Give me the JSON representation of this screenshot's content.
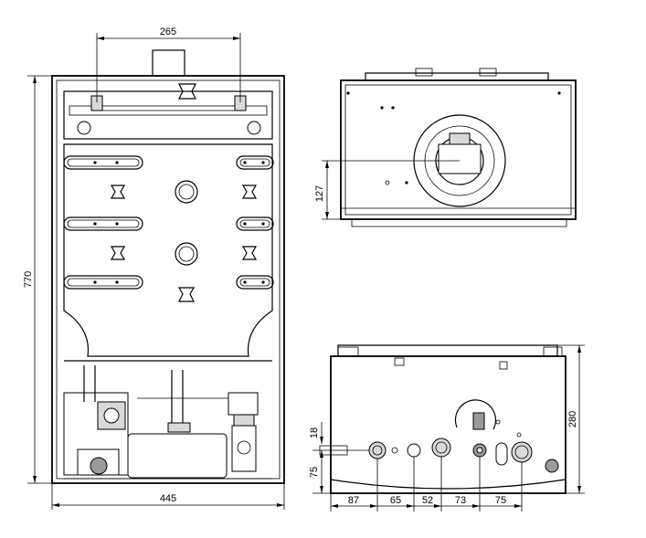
{
  "front_view": {
    "width_dim": "445",
    "height_dim": "770",
    "bracket_dim": "265"
  },
  "top_view": {
    "flue_offset_dim": "127"
  },
  "bottom_view": {
    "height_dim": "280",
    "pipe_height_dim": "75",
    "small_offset_dim": "18",
    "spacing": [
      "87",
      "65",
      "52",
      "73",
      "75"
    ]
  }
}
